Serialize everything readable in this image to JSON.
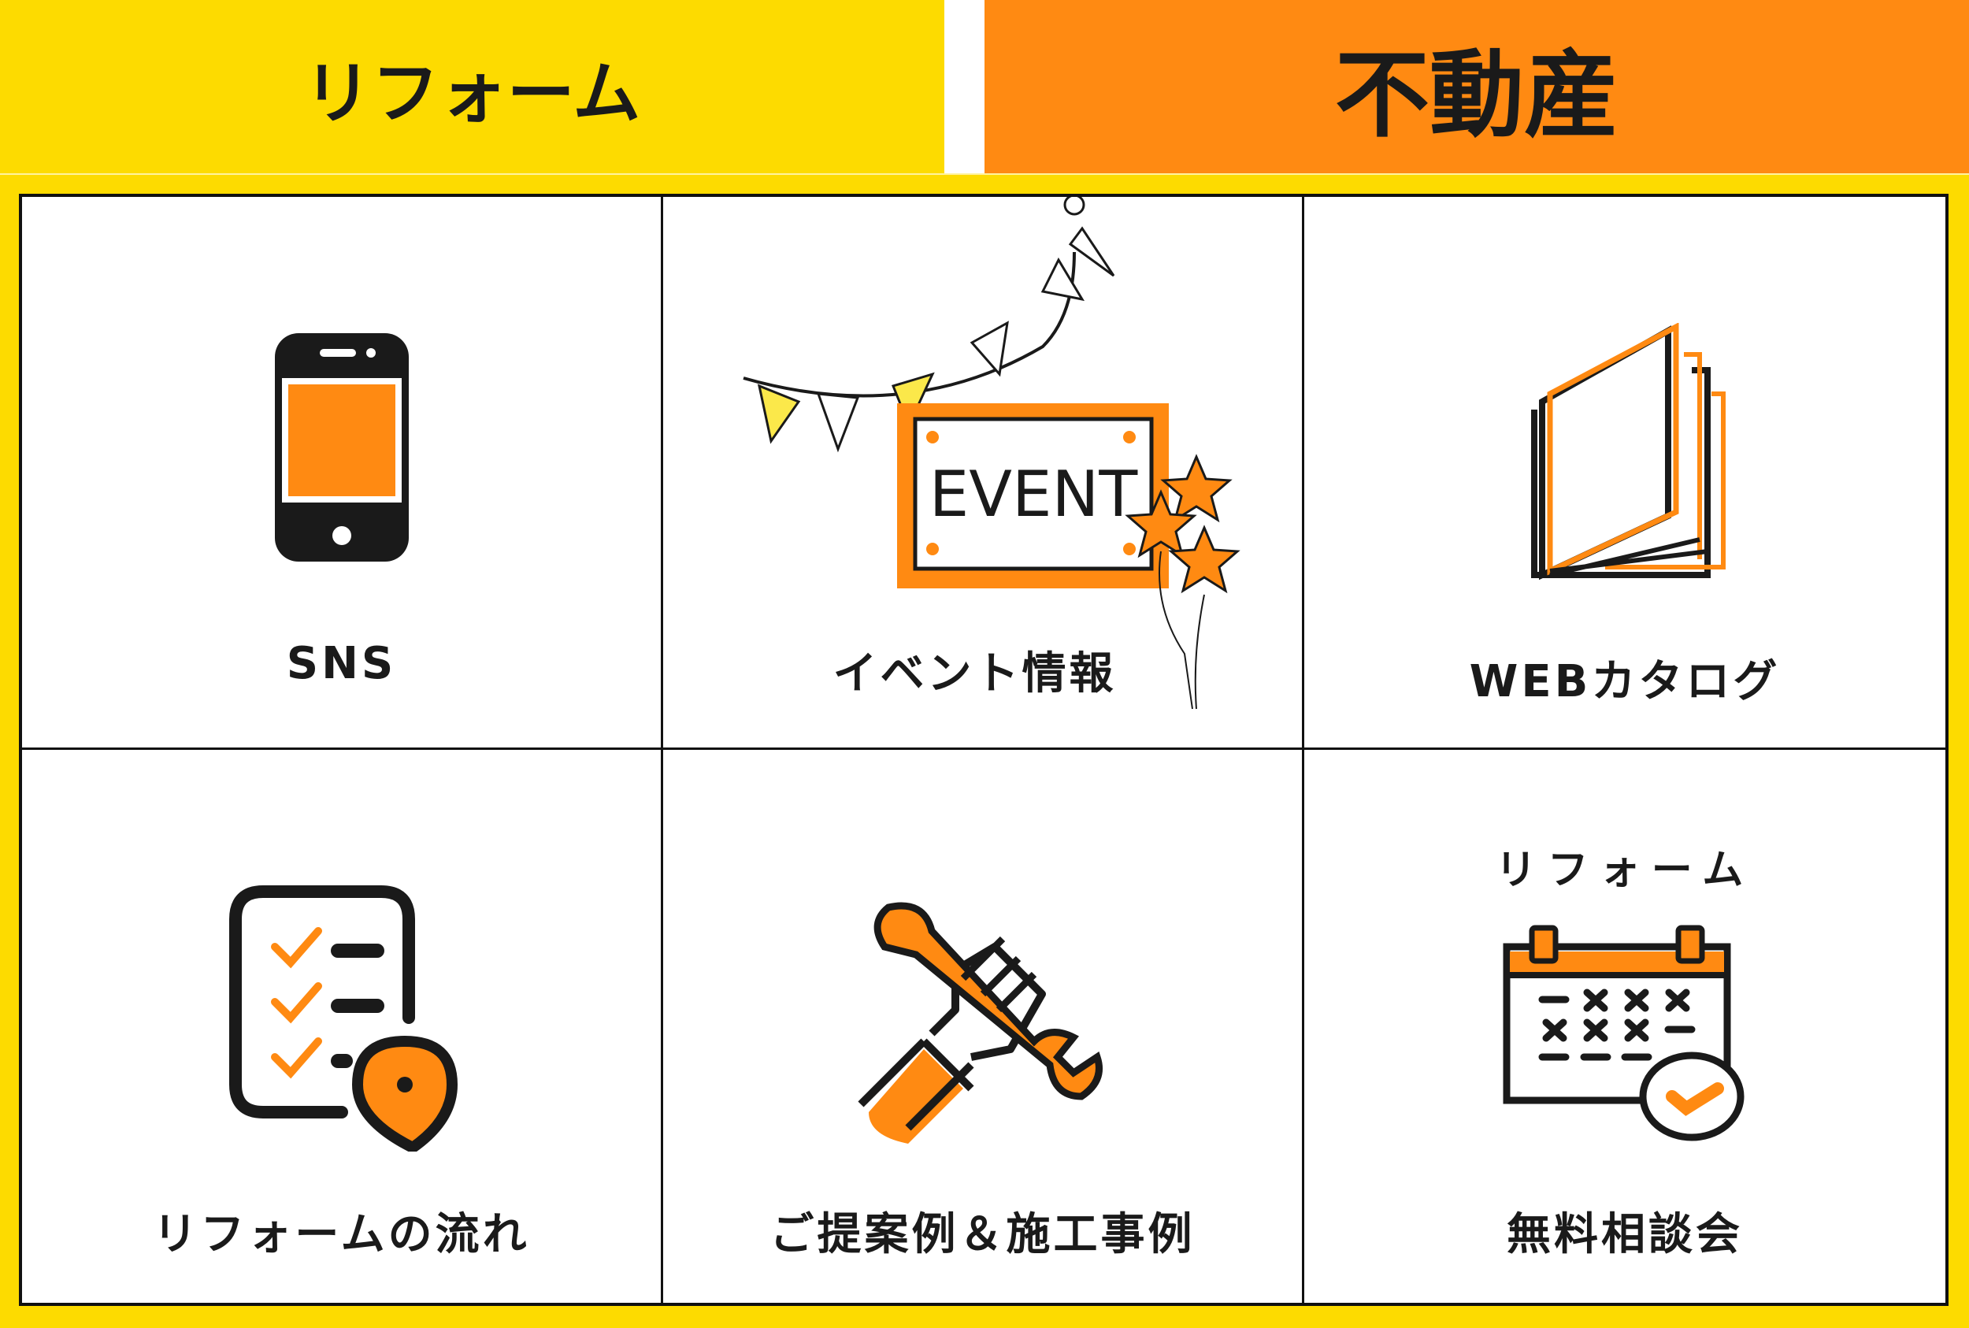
{
  "tabs": {
    "reform": "リフォーム",
    "fudosan": "不動産"
  },
  "colors": {
    "yellow": "#fddb00",
    "orange": "#ff8a12",
    "ink": "#1a1a1a"
  },
  "tiles": [
    {
      "label": "SNS",
      "icon": "smartphone-icon"
    },
    {
      "label": "イベント情報",
      "icon": "event-sign-icon",
      "sign_text": "EVENT"
    },
    {
      "label": "WEBカタログ",
      "icon": "catalog-book-icon"
    },
    {
      "label": "リフォームの流れ",
      "icon": "checklist-location-icon"
    },
    {
      "label": "ご提案例＆施工事例",
      "icon": "wrench-hand-icon"
    },
    {
      "label": "無料相談会",
      "sublabel": "リフォーム",
      "icon": "calendar-check-icon"
    }
  ]
}
